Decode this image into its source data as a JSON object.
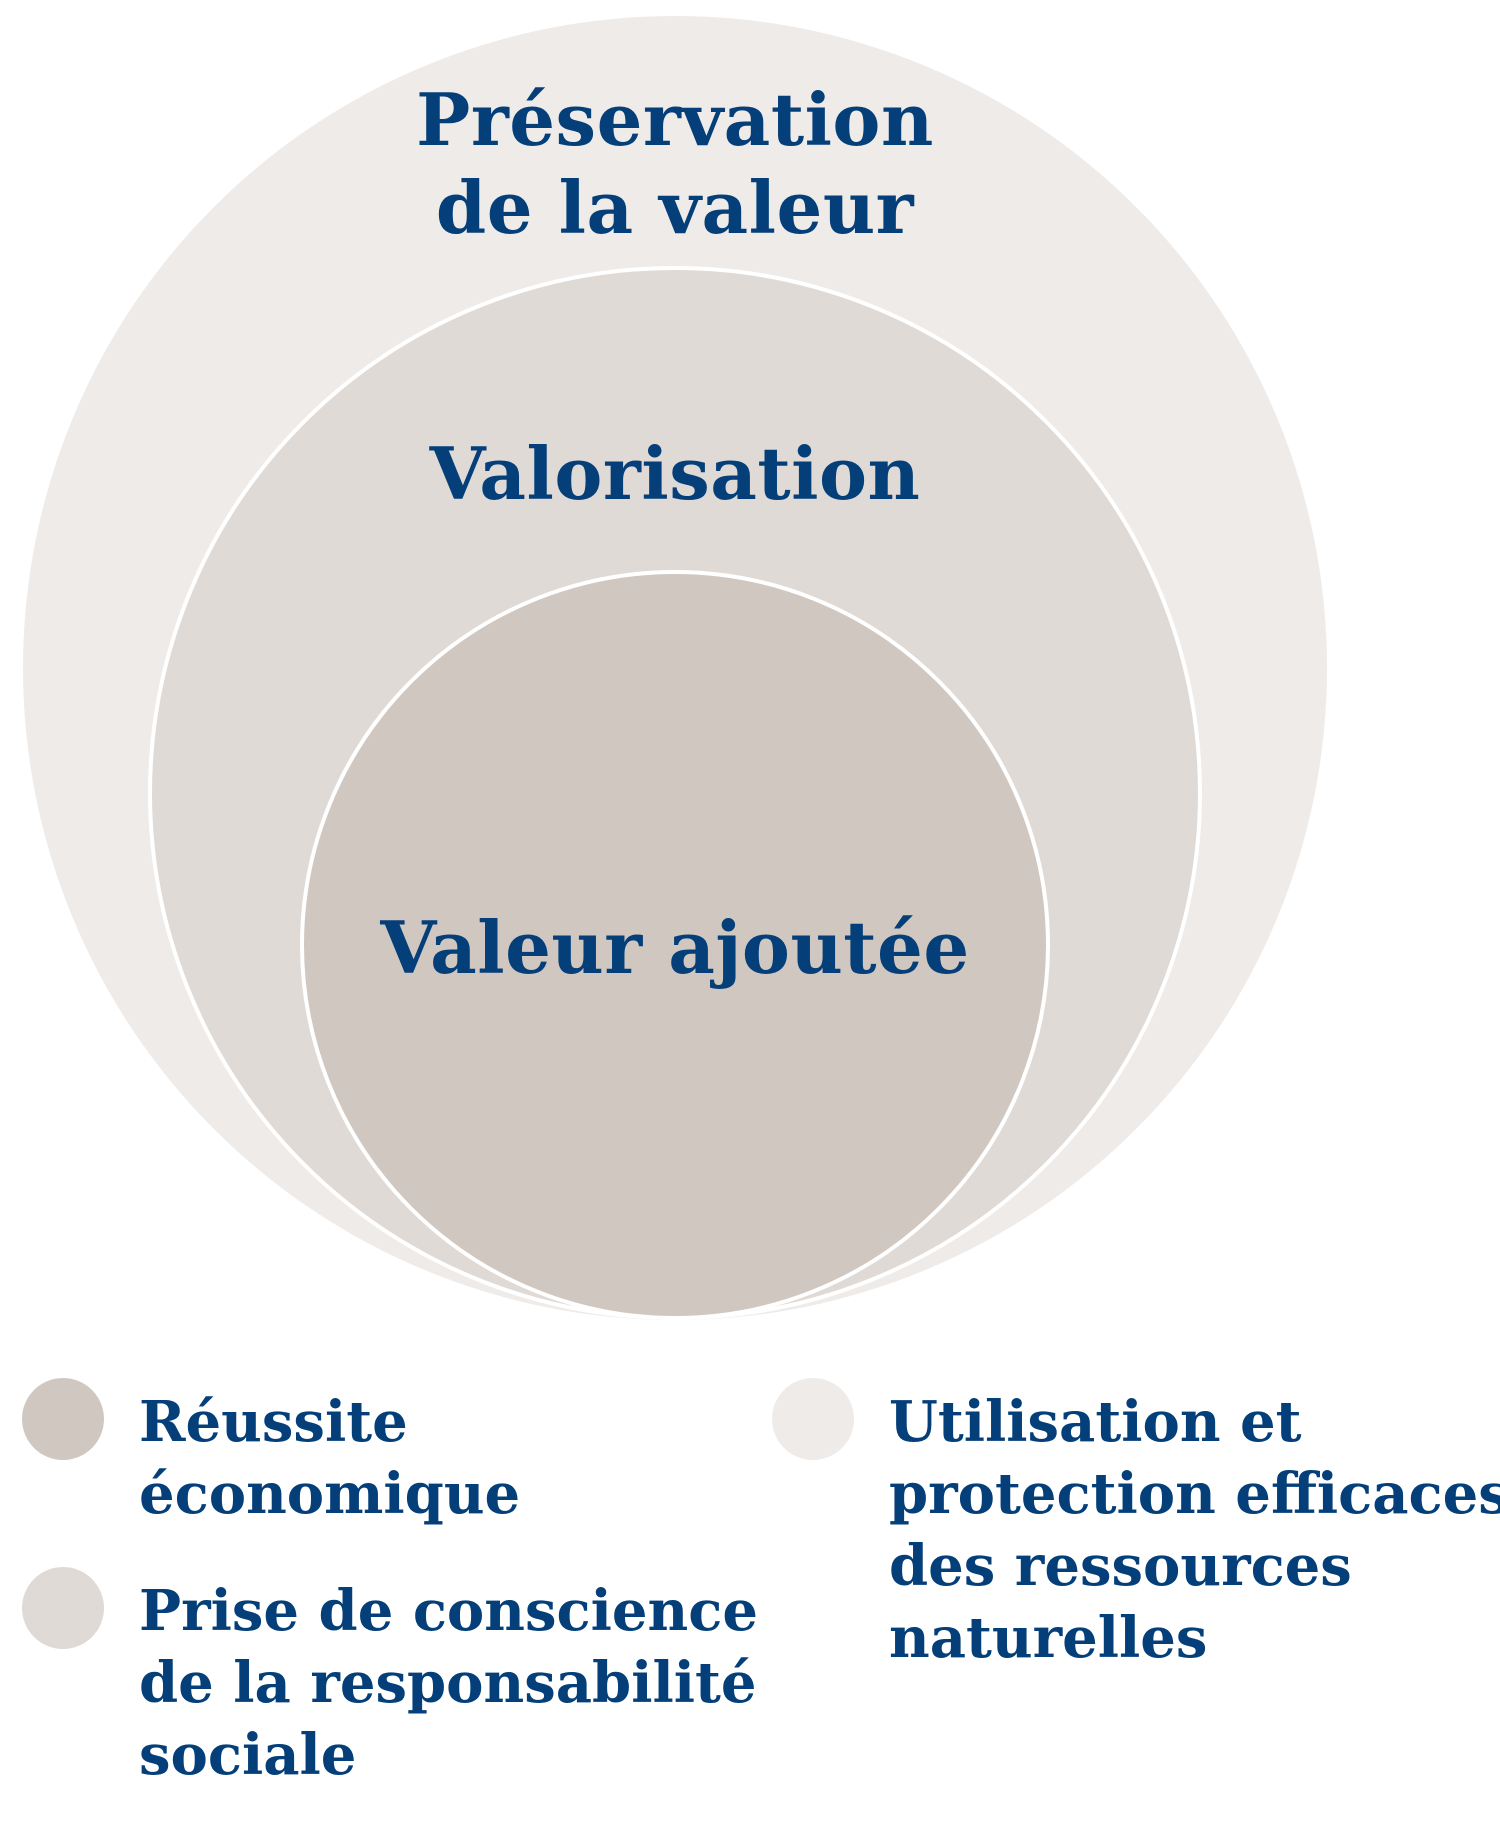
{
  "colors": {
    "text": "#043f79",
    "outer": "#eeebe9",
    "middle": "#e0dad6",
    "inner": "#d0c7c0",
    "ring": "#ffffff"
  },
  "circles": {
    "outer": {
      "line1": "Préservation",
      "line2": "de la valeur"
    },
    "middle": {
      "line1": "Valorisation"
    },
    "inner": {
      "line1": "Valeur ajoutée"
    }
  },
  "legend": [
    {
      "color": "#d0c7c0",
      "line1": "Réussite",
      "line2": "économique"
    },
    {
      "color": "#e0dad6",
      "line1": "Prise de conscience",
      "line2": "de la responsabilité",
      "line3": "sociale"
    },
    {
      "color": "#eeebe9",
      "line1": "Utilisation et",
      "line2": "protection efficaces",
      "line3": "des ressources",
      "line4": "naturelles"
    }
  ]
}
